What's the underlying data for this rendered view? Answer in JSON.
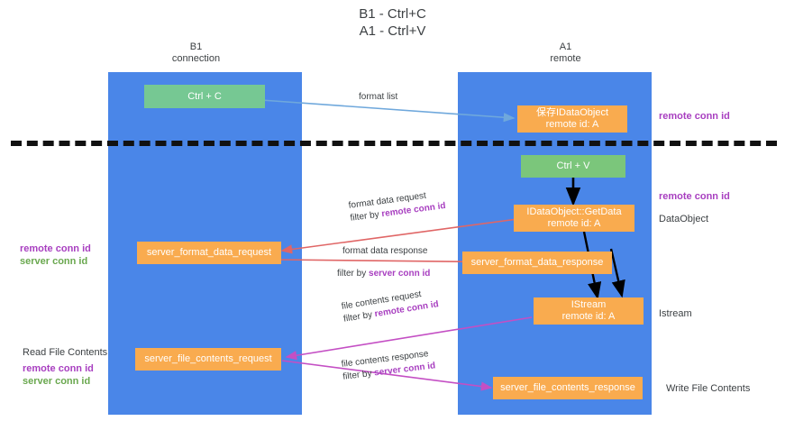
{
  "title": "B1 - Ctrl+C\nA1 - Ctrl+V",
  "columns": {
    "left": "B1\nconnection",
    "right": "A1\nremote"
  },
  "colors": {
    "lane": "#4a86e8",
    "box_orange": "#f9ab4f",
    "box_green": "#76c893",
    "purple": "#a83fc0",
    "green_text": "#6aa84f",
    "arrow_blue": "#6fa8dc",
    "arrow_red": "#e06666",
    "arrow_magenta": "#c44fc4",
    "arrow_black": "#000000",
    "divider": "#111111"
  },
  "nodes": {
    "ctrl_c": "Ctrl + C",
    "ctrl_v": "Ctrl + V",
    "save_idataobject": "保存IDataObject\nremote id: A",
    "getdata": "IDataObject::GetData\nremote id: A",
    "istream": "IStream\nremote id: A",
    "server_format_data_request": "server_format_data_request",
    "server_format_data_response": "server_format_data_response",
    "server_file_contents_request": "server_file_contents_request",
    "server_file_contents_response": "server_file_contents_response"
  },
  "edge_labels": {
    "format_list": "format list",
    "format_data_request": "format data request",
    "format_data_request_filter_prefix": "filter by ",
    "format_data_request_filter_key": "remote conn id",
    "format_data_response": "format data response",
    "format_data_response_filter_prefix": "filter by ",
    "format_data_response_filter_key": "server conn id",
    "file_contents_request": "file contents request",
    "file_contents_request_filter_prefix": "filter by ",
    "file_contents_request_filter_key": "remote conn id",
    "file_contents_response": "file contents response",
    "file_contents_response_filter_prefix": "filter by ",
    "file_contents_response_filter_key": "server conn id"
  },
  "annotations": {
    "right_remote_conn_id_top": "remote conn id",
    "right_remote_conn_id_mid": "remote conn id",
    "right_dataobject": "DataObject",
    "right_istream": "Istream",
    "right_write_file_contents": "Write File Contents",
    "left_remote_conn_id": "remote conn id",
    "left_server_conn_id": "server conn id",
    "left_read_file_contents": "Read File Contents",
    "left_remote_conn_id2": "remote conn id",
    "left_server_conn_id2": "server conn id"
  }
}
